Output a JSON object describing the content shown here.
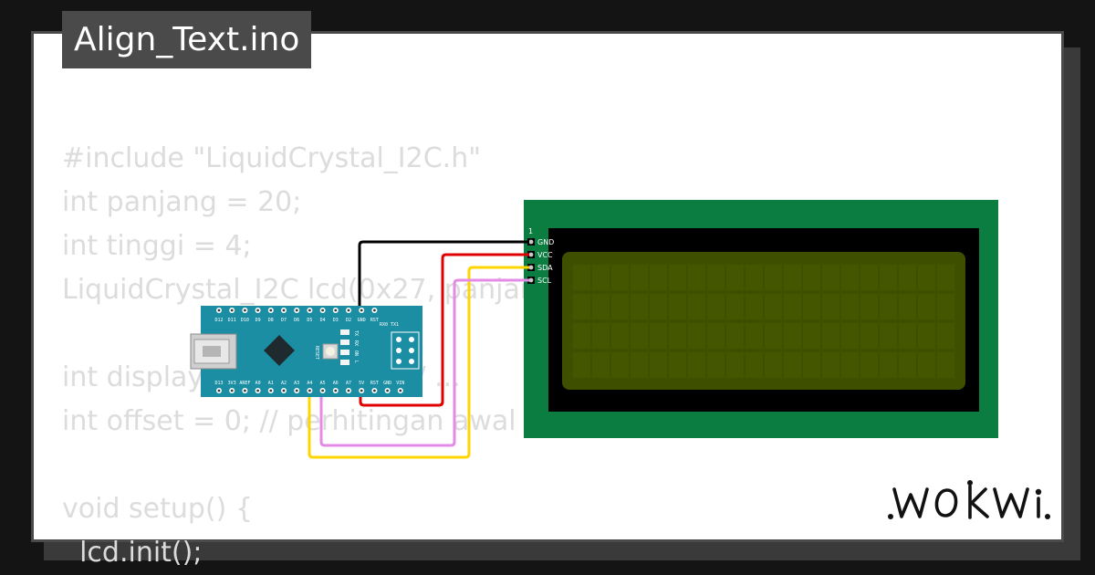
{
  "title": "Align_Text.ino",
  "code_lines": [
    "#include \"LiquidCrystal_I2C.h\"",
    "int panjang = 20;",
    "int tinggi = 4;",
    "LiquidCrystal_I2C lcd(0x27, panjang, tinggi);",
    "",
    "int display = ... panjang; // ...",
    "int offset = 0; // perhitingan awal",
    "",
    "void setup() {",
    "  lcd.init();"
  ],
  "brand": "WOKWI",
  "lcd": {
    "pin1_label": "1",
    "pins": [
      "GND",
      "VCC",
      "SDA",
      "SCL"
    ],
    "panel_color": "#0b7d40",
    "screen_color": "#3f4f00"
  },
  "arduino": {
    "top_pins": [
      "D12",
      "D11",
      "D10",
      "D9",
      "D8",
      "D7",
      "D6",
      "D5",
      "D4",
      "D3",
      "D2",
      "GND",
      "RST"
    ],
    "bottom_pins": [
      "D13",
      "3V3",
      "AREF",
      "A0",
      "A1",
      "A2",
      "A3",
      "A4",
      "A5",
      "A6",
      "A7",
      "5V",
      "RST",
      "GND",
      "VIN"
    ],
    "rx_tx_label": "RX0 TX1",
    "reset_label": "RESET",
    "led_labels": [
      "TX",
      "RX",
      "ON",
      "L"
    ],
    "board_color": "#1b8ea4"
  },
  "wire_colors": {
    "gnd": "#000000",
    "vcc": "#e00000",
    "sda": "#ffd500",
    "scl": "#e38be6"
  }
}
